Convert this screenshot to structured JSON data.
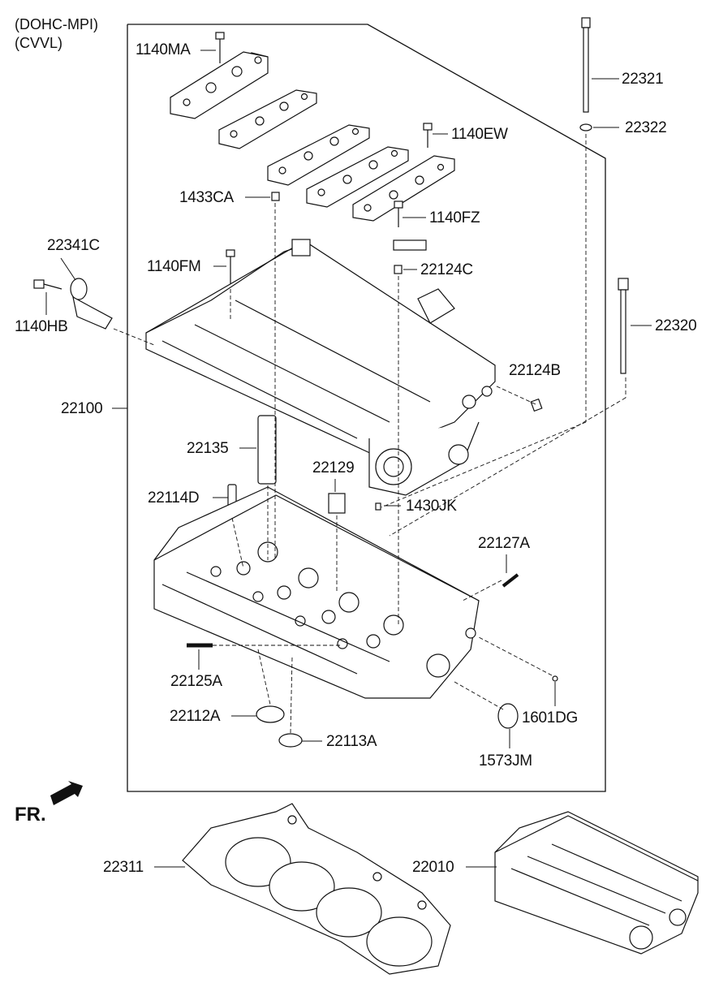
{
  "header": {
    "line1": "(DOHC-MPI)",
    "line2": "(CVVL)"
  },
  "orientation": {
    "label": "FR."
  },
  "parts": {
    "p1140MA": "1140MA",
    "p22321": "22321",
    "p22322": "22322",
    "p1140EW": "1140EW",
    "p1433CA": "1433CA",
    "p1140FZ": "1140FZ",
    "p22341C": "22341C",
    "p1140FM": "1140FM",
    "p22124C": "22124C",
    "p1140HB": "1140HB",
    "p22320": "22320",
    "p22124B": "22124B",
    "p22100": "22100",
    "p22135": "22135",
    "p22129": "22129",
    "p22114D": "22114D",
    "p1430JK": "1430JK",
    "p22127A": "22127A",
    "p22125A": "22125A",
    "p22112A": "22112A",
    "p1601DG": "1601DG",
    "p22113A": "22113A",
    "p1573JM": "1573JM",
    "p22311": "22311",
    "p22010": "22010"
  }
}
